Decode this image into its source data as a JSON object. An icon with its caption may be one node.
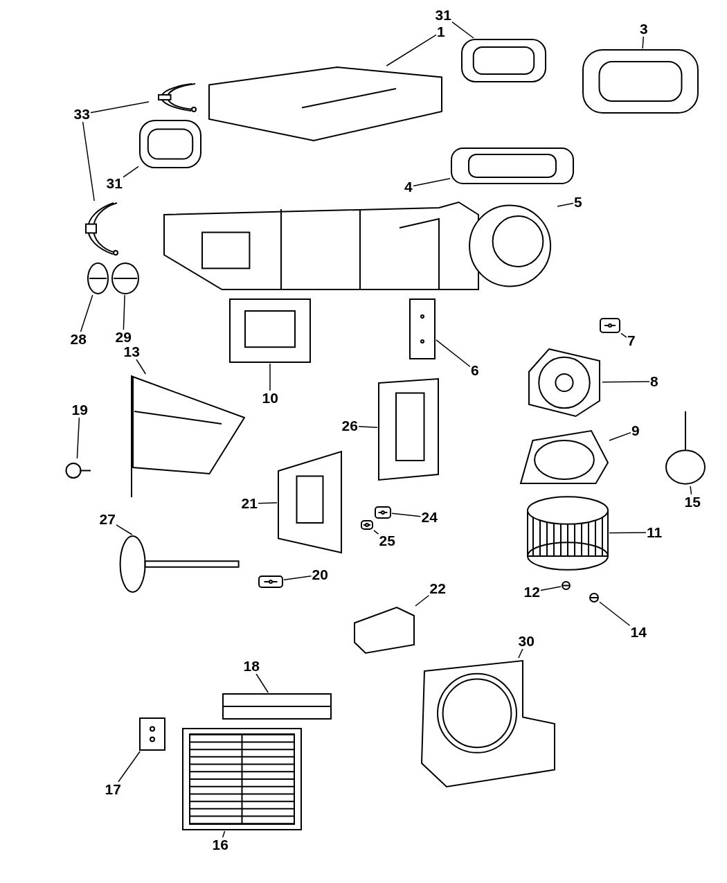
{
  "diagram": {
    "nodes": [
      {
        "text": [
          "1"
        ]
      },
      {
        "text": [],
        "shape": "picture"
      },
      {
        "text": [
          "31"
        ]
      },
      {
        "text": [],
        "shape": "picture"
      },
      {
        "text": [
          "3"
        ]
      },
      {
        "text": [],
        "shape": "picture"
      },
      {
        "text": [
          "33"
        ]
      },
      {
        "text": [],
        "shape": "picture"
      },
      {
        "text": [],
        "shape": "picture"
      },
      {
        "text": [
          "31"
        ]
      },
      {
        "text": [],
        "shape": "picture"
      },
      {
        "text": [
          "4"
        ]
      },
      {
        "text": [],
        "shape": "picture"
      },
      {
        "text": [
          "5"
        ]
      },
      {
        "text": [],
        "shape": "picture"
      },
      {
        "text": [
          "7"
        ]
      },
      {
        "text": [],
        "shape": "picture"
      },
      {
        "text": [
          "28"
        ]
      },
      {
        "text": [],
        "shape": "picture"
      },
      {
        "text": [
          "29"
        ]
      },
      {
        "text": [],
        "shape": "picture"
      },
      {
        "text": [
          "6"
        ]
      },
      {
        "text": [],
        "shape": "picture"
      },
      {
        "text": [
          "10"
        ]
      },
      {
        "text": [],
        "shape": "picture"
      },
      {
        "text": [
          "8"
        ]
      },
      {
        "text": [],
        "shape": "picture"
      },
      {
        "text": [
          "13"
        ]
      },
      {
        "text": [],
        "shape": "picture"
      },
      {
        "text": [
          "19"
        ]
      },
      {
        "text": [],
        "shape": "picture"
      },
      {
        "text": [
          "26"
        ]
      },
      {
        "text": [],
        "shape": "picture"
      },
      {
        "text": [
          "9"
        ]
      },
      {
        "text": [],
        "shape": "picture"
      },
      {
        "text": [
          "15"
        ]
      },
      {
        "text": [],
        "shape": "picture"
      },
      {
        "text": [
          "21"
        ]
      },
      {
        "text": [],
        "shape": "picture"
      },
      {
        "text": [
          "24"
        ]
      },
      {
        "text": [],
        "shape": "picture"
      },
      {
        "text": [
          "27"
        ]
      },
      {
        "text": [],
        "shape": "picture"
      },
      {
        "text": [
          "11"
        ]
      },
      {
        "text": [],
        "shape": "picture"
      },
      {
        "text": [
          "25"
        ]
      },
      {
        "text": [],
        "shape": "picture"
      },
      {
        "text": [
          "20"
        ]
      },
      {
        "text": [],
        "shape": "picture"
      },
      {
        "text": [
          "12"
        ]
      },
      {
        "text": [],
        "shape": "picture"
      },
      {
        "text": [
          "14"
        ]
      },
      {
        "text": [],
        "shape": "picture"
      },
      {
        "text": [
          "22"
        ]
      },
      {
        "text": [],
        "shape": "picture"
      },
      {
        "text": [
          "30"
        ]
      },
      {
        "text": [],
        "shape": "picture"
      },
      {
        "text": [
          "18"
        ]
      },
      {
        "text": [],
        "shape": "picture"
      },
      {
        "text": [
          "17"
        ]
      },
      {
        "text": [],
        "shape": "picture"
      },
      {
        "text": [
          "16"
        ]
      },
      {
        "text": [],
        "shape": "picture"
      }
    ],
    "edges": [
      {
        "from": 0,
        "to": 1,
        "arrow": "none"
      },
      {
        "from": 2,
        "to": 3,
        "arrow": "none"
      },
      {
        "from": 4,
        "to": 5,
        "arrow": "none"
      },
      {
        "from": 6,
        "to": 7,
        "arrow": "none"
      },
      {
        "from": 6,
        "to": 8,
        "arrow": "none"
      },
      {
        "from": 9,
        "to": 10,
        "arrow": "none"
      },
      {
        "from": 11,
        "to": 12,
        "arrow": "none"
      },
      {
        "from": 13,
        "to": 14,
        "arrow": "none"
      },
      {
        "from": 15,
        "to": 16,
        "arrow": "none"
      },
      {
        "from": 17,
        "to": 18,
        "arrow": "none"
      },
      {
        "from": 19,
        "to": 20,
        "arrow": "none"
      },
      {
        "from": 21,
        "to": 22,
        "arrow": "none"
      },
      {
        "from": 23,
        "to": 24,
        "arrow": "none"
      },
      {
        "from": 25,
        "to": 26,
        "arrow": "none"
      },
      {
        "from": 27,
        "to": 28,
        "arrow": "none"
      },
      {
        "from": 29,
        "to": 30,
        "arrow": "none"
      },
      {
        "from": 31,
        "to": 32,
        "arrow": "none"
      },
      {
        "from": 33,
        "to": 34,
        "arrow": "none"
      },
      {
        "from": 35,
        "to": 36,
        "arrow": "none"
      },
      {
        "from": 37,
        "to": 38,
        "arrow": "none"
      },
      {
        "from": 39,
        "to": 40,
        "arrow": "none"
      },
      {
        "from": 41,
        "to": 42,
        "arrow": "none"
      },
      {
        "from": 43,
        "to": 44,
        "arrow": "none"
      },
      {
        "from": 45,
        "to": 46,
        "arrow": "none"
      },
      {
        "from": 47,
        "to": 48,
        "arrow": "none"
      },
      {
        "from": 49,
        "to": 50,
        "arrow": "none"
      },
      {
        "from": 51,
        "to": 52,
        "arrow": "none"
      },
      {
        "from": 53,
        "to": 54,
        "arrow": "none"
      },
      {
        "from": 55,
        "to": 56,
        "arrow": "none"
      },
      {
        "from": 57,
        "to": 58,
        "arrow": "none"
      },
      {
        "from": 59,
        "to": 60,
        "arrow": "none"
      },
      {
        "from": 61,
        "to": 62,
        "arrow": "none"
      }
    ]
  }
}
